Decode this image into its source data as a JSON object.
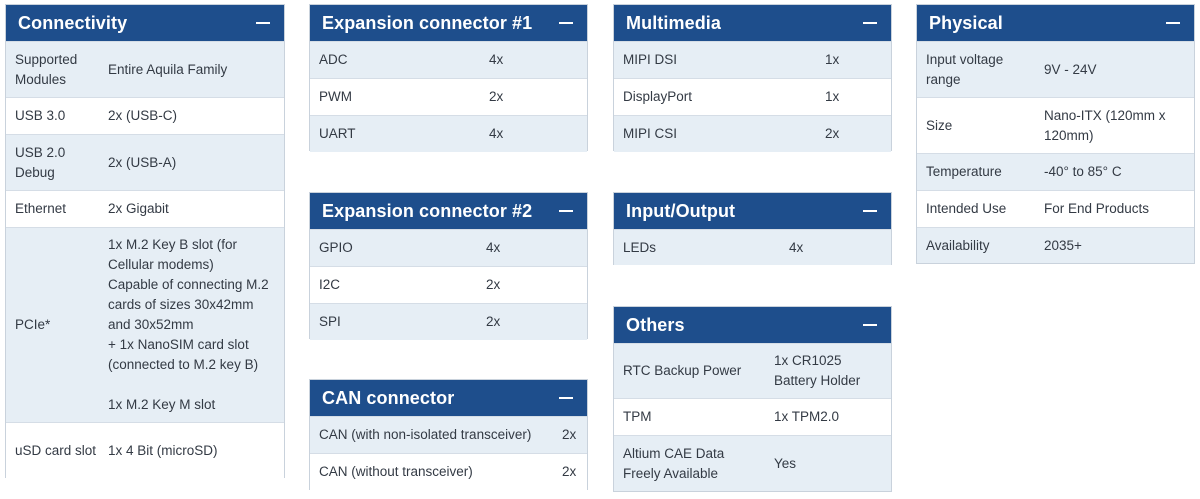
{
  "panels": {
    "connectivity": {
      "title": "Connectivity",
      "rows": [
        {
          "label": "Supported Modules",
          "value": "Entire Aquila Family"
        },
        {
          "label": "USB 3.0",
          "value": "2x (USB-C)"
        },
        {
          "label": "USB 2.0 Debug",
          "value": "2x (USB-A)"
        },
        {
          "label": "Ethernet",
          "value": "2x Gigabit"
        },
        {
          "label": "PCIe*",
          "value_lines": [
            "1x M.2 Key B slot (for",
            "Cellular modems)",
            "Capable of connecting M.2",
            "cards of sizes 30x42mm",
            "and 30x52mm",
            "+ 1x NanoSIM card slot",
            "(connected to M.2 key B)",
            "",
            "1x M.2 Key M slot"
          ]
        },
        {
          "label": "uSD card slot",
          "value": "1x 4 Bit (microSD)"
        }
      ]
    },
    "expansion1": {
      "title": "Expansion connector #1",
      "rows": [
        {
          "label": "ADC",
          "value": "4x"
        },
        {
          "label": "PWM",
          "value": "2x"
        },
        {
          "label": "UART",
          "value": "4x"
        }
      ]
    },
    "expansion2": {
      "title": "Expansion connector #2",
      "rows": [
        {
          "label": "GPIO",
          "value": "4x"
        },
        {
          "label": "I2C",
          "value": "2x"
        },
        {
          "label": "SPI",
          "value": "2x"
        }
      ]
    },
    "can": {
      "title": "CAN connector",
      "rows": [
        {
          "label": "CAN (with non-isolated transceiver)",
          "value": "2x"
        },
        {
          "label": "CAN (without transceiver)",
          "value": "2x"
        }
      ]
    },
    "multimedia": {
      "title": "Multimedia",
      "rows": [
        {
          "label": "MIPI DSI",
          "value": "1x"
        },
        {
          "label": "DisplayPort",
          "value": "1x"
        },
        {
          "label": "MIPI CSI",
          "value": "2x"
        }
      ]
    },
    "io": {
      "title": "Input/Output",
      "rows": [
        {
          "label": "LEDs",
          "value": "4x"
        }
      ]
    },
    "others": {
      "title": "Others",
      "rows": [
        {
          "label": "RTC Backup Power",
          "value": "1x CR1025 Battery Holder"
        },
        {
          "label": "TPM",
          "value": "1x TPM2.0"
        },
        {
          "label": "Altium CAE Data Freely Available",
          "value": "Yes"
        }
      ]
    },
    "physical": {
      "title": "Physical",
      "rows": [
        {
          "label": "Input voltage range",
          "value": "9V - 24V"
        },
        {
          "label": "Size",
          "value": "Nano-ITX (120mm x 120mm)"
        },
        {
          "label": "Temperature",
          "value": "-40° to 85° C"
        },
        {
          "label": "Intended Use",
          "value": "For End Products"
        },
        {
          "label": "Availability",
          "value": "2035+"
        }
      ]
    }
  }
}
